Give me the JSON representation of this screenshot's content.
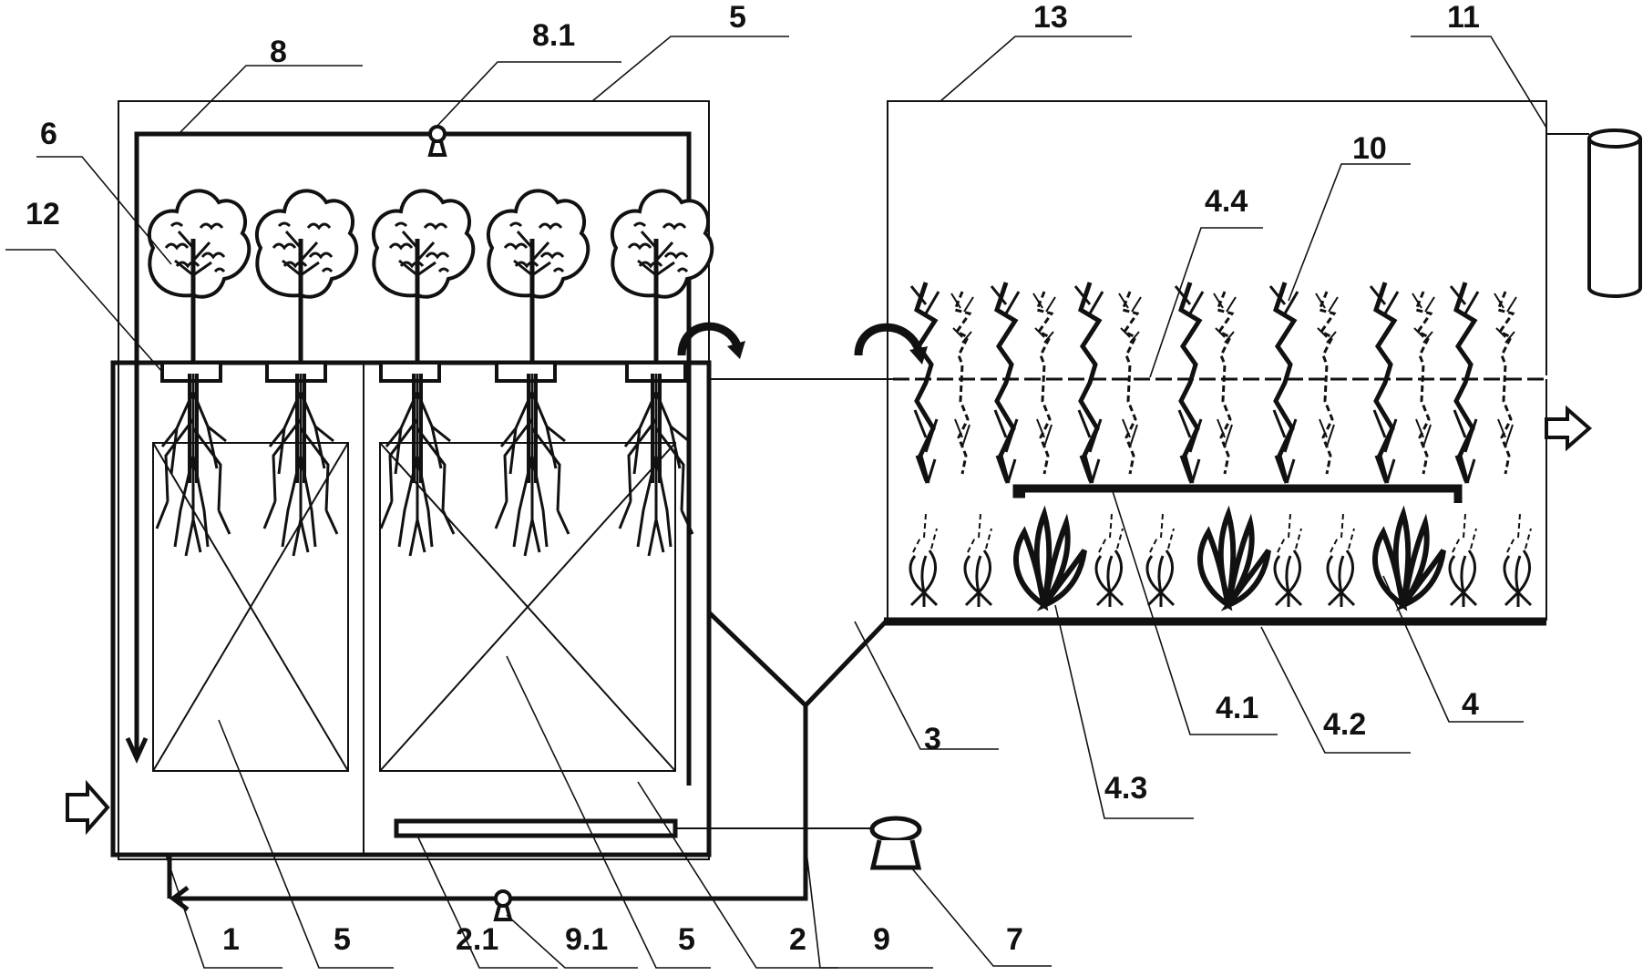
{
  "labels": {
    "l8": "8",
    "l8_1": "8.1",
    "l5_top": "5",
    "l13": "13",
    "l11": "11",
    "l6": "6",
    "l12": "12",
    "l10": "10",
    "l4_4": "4.4",
    "l3": "3",
    "l4_1": "4.1",
    "l4_2": "4.2",
    "l4": "4",
    "l4_3": "4.3",
    "l7": "7",
    "l1": "1",
    "l5_a": "5",
    "l2_1": "2.1",
    "l9_1": "9.1",
    "l5_b": "5",
    "l2": "2",
    "l9": "9"
  },
  "colors": {
    "ink": "#111111",
    "background": "#ffffff"
  }
}
